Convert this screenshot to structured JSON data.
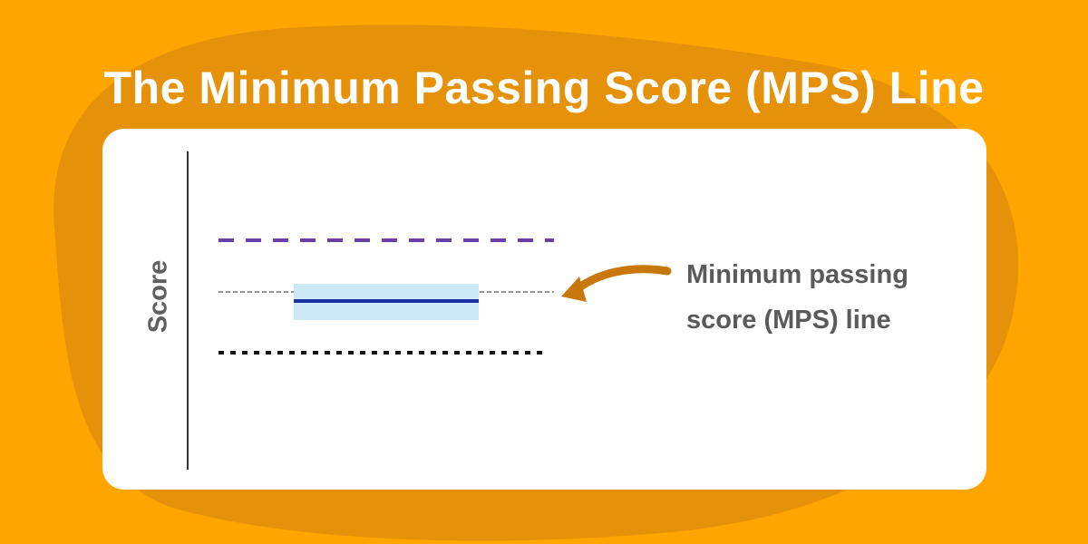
{
  "title": "The Minimum Passing Score (MPS) Line",
  "diagram": {
    "y_axis_label": "Score",
    "annotation_line1": "Minimum passing",
    "annotation_line2": "score (MPS) line"
  },
  "colors": {
    "background": "#FFA500",
    "background_shape": "#E6910A",
    "card": "#FFFFFF",
    "upper_dashed_line": "#6A3FA8",
    "mps_line": "#1E2FA0",
    "mps_band": "#CDE8F5",
    "reference_dashed_line": "#555555",
    "lower_dotted_line": "#111111",
    "arrow": "#C8770A",
    "annotation_text": "#5A5A5A"
  }
}
